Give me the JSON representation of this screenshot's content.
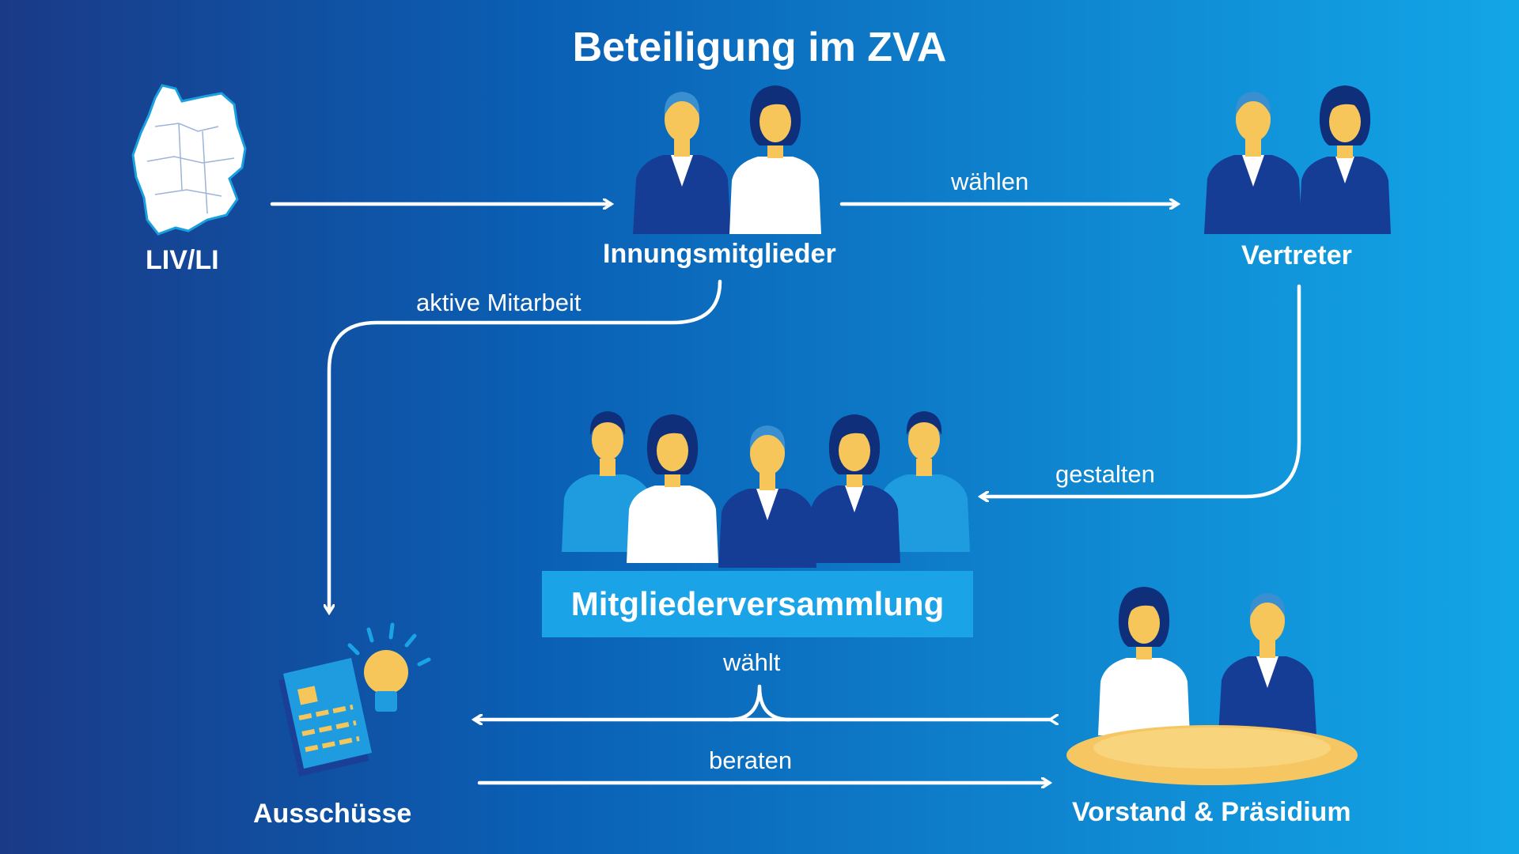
{
  "title": "Beteiligung im ZVA",
  "nodes": {
    "liv_li": "LIV/LI",
    "innungsmitglieder": "Innungsmitglieder",
    "vertreter": "Vertreter",
    "mitgliederversammlung": "Mitgliederversammlung",
    "ausschuesse": "Ausschüsse",
    "vorstand": "Vorstand & Präsidium"
  },
  "edges": {
    "waehlen": "wählen",
    "aktive_mitarbeit": "aktive Mitarbeit",
    "gestalten": "gestalten",
    "waehlt": "wählt",
    "beraten": "beraten"
  },
  "colors": {
    "bg_left": "#1a3c8c",
    "bg_mid": "#0a63b8",
    "bg_right": "#12a5e6",
    "navy": "#163d96",
    "dark_hair": "#102f7a",
    "skin": "#f7c65a",
    "light_blue": "#1f9ce0",
    "white": "#ffffff",
    "table": "#f5c661"
  },
  "icons": [
    "germany-map-icon",
    "lightbulb-icon",
    "document-icon",
    "table-icon"
  ]
}
